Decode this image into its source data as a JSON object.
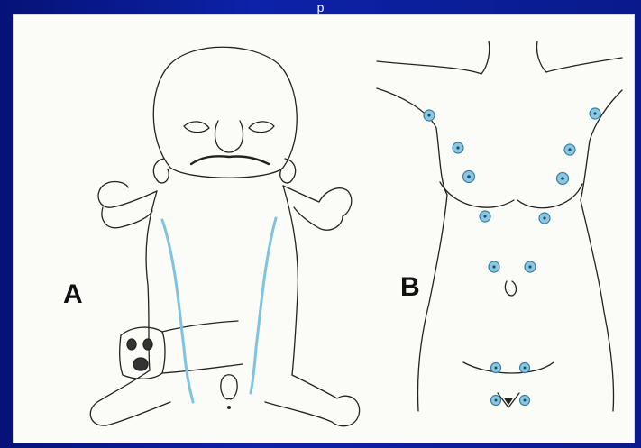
{
  "slide": {
    "title_fragment": "p",
    "background_color": "#0a1a8c",
    "panel_background": "#fbfbf8"
  },
  "figure": {
    "panel_a": {
      "label": "A",
      "mammary_line_color": "#7ec3e0"
    },
    "panel_b": {
      "label": "B",
      "supernumerary_nipple_color": "#6fb7d6",
      "nipple_count": 14
    }
  }
}
